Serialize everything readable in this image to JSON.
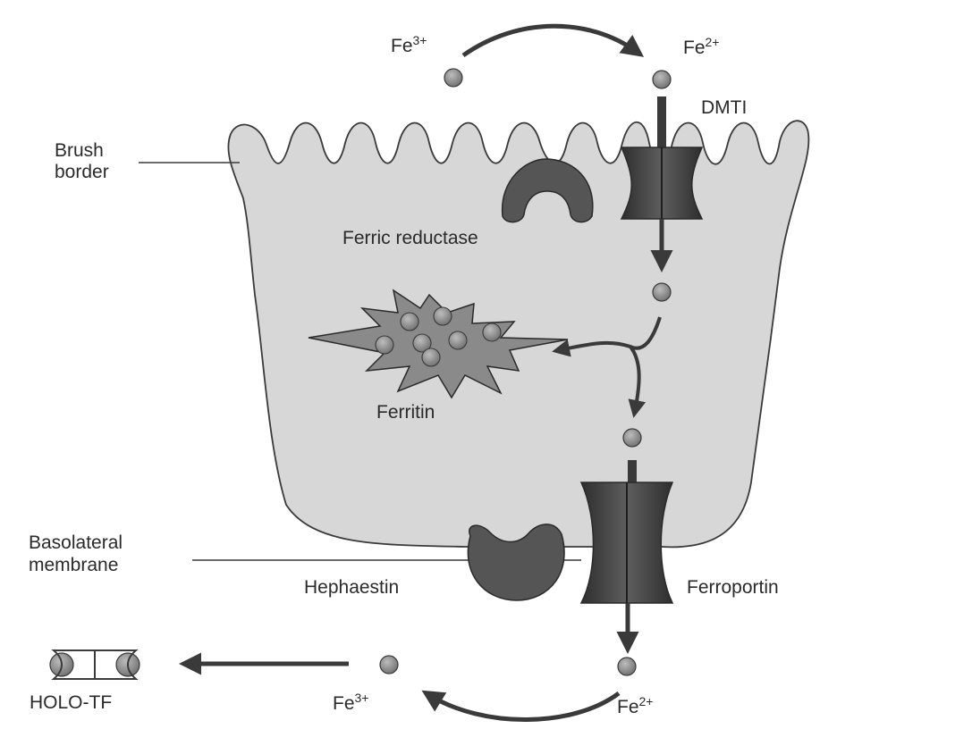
{
  "labels": {
    "fe3_top": {
      "base": "Fe",
      "sup": "3+"
    },
    "fe2_top": {
      "base": "Fe",
      "sup": "2+"
    },
    "dmt1": "DMTI",
    "brush_border_line1": "Brush",
    "brush_border_line2": "border",
    "ferric_reductase": "Ferric reductase",
    "ferritin": "Ferritin",
    "basolateral_line1": "Basolateral",
    "basolateral_line2": "membrane",
    "hephaestin": "Hephaestin",
    "ferroportin": "Ferroportin",
    "holo_tf": "HOLO-TF",
    "fe3_bottom": {
      "base": "Fe",
      "sup": "3+"
    },
    "fe2_bottom": {
      "base": "Fe",
      "sup": "2+"
    }
  },
  "colors": {
    "background": "#ffffff",
    "cell_fill": "#d7d7d7",
    "outline": "#3a3a3a",
    "protein_dark": "#4a4a4a",
    "ion_fill": "#8e8e8e",
    "ferritin_fill": "#8a8a8a",
    "text": "#2a2a2a"
  }
}
